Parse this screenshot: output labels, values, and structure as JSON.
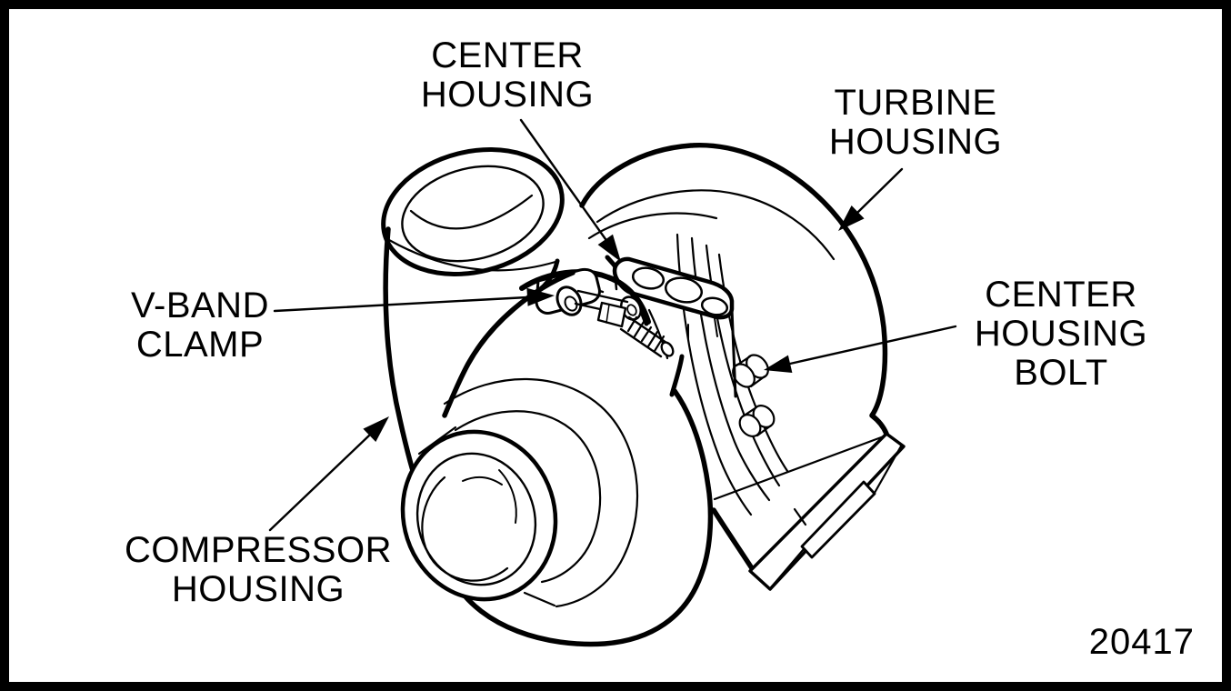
{
  "figure": {
    "id_number": "20417",
    "ink_color": "#000000",
    "paper_color": "#ffffff",
    "labels": {
      "center_housing": {
        "lines": [
          "CENTER",
          "HOUSING"
        ]
      },
      "turbine_housing": {
        "lines": [
          "TURBINE",
          "HOUSING"
        ]
      },
      "v_band_clamp": {
        "lines": [
          "V-BAND",
          "CLAMP"
        ]
      },
      "center_housing_bolt": {
        "lines": [
          "CENTER",
          "HOUSING",
          "BOLT"
        ]
      },
      "compressor_housing": {
        "lines": [
          "COMPRESSOR",
          "HOUSING"
        ]
      }
    }
  }
}
